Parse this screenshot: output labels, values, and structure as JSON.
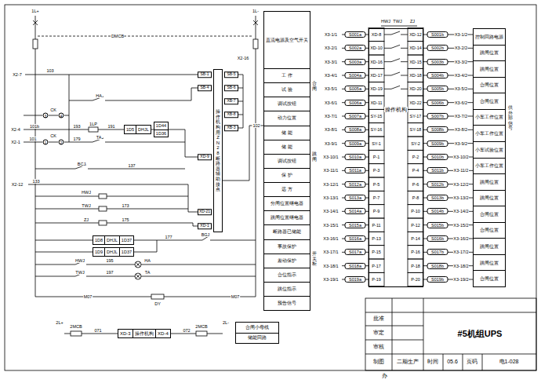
{
  "diagram": {
    "nodes": [
      {
        "text": [
          "操作机构用ZN28断路器辅助接点"
        ]
      },
      {
        "text": [
          "直流电源及空气开关",
          "工 作",
          "试 验",
          "调试按钮",
          "动力位置",
          "储 能",
          "储 能",
          "调试按钮",
          "保 护",
          "远 方",
          "分闸位置继电器",
          "跳闸位置继电器",
          "断路器已储能",
          "事故保护",
          "差动保护",
          "合位指示",
          "跳位指示",
          "预告信号"
        ]
      },
      {
        "text": [
          "操作机构"
        ]
      },
      {
        "text": [
          "控制回路电源",
          "跳闸位置",
          "跳闸位置",
          "合闸位置",
          "合闸位置",
          "小车工作位置",
          "小车工作位置",
          "小车试验位置",
          "小车工作位置",
          "跳闸位置",
          "跳闸位置",
          "合闸位置",
          "合闸位置",
          "跳闸位置",
          "跳闸位置",
          "合闸位置"
        ]
      },
      {
        "text": [
          "XD-3"
        ]
      },
      {
        "text": [
          "操作机构"
        ]
      },
      {
        "text": [
          "XD-4"
        ]
      },
      {
        "text": [
          "合闸小母线",
          "储能回路"
        ]
      },
      {
        "text": [
          "1D5",
          "DHJL"
        ]
      },
      {
        "text": [
          "1D44",
          "1D36"
        ]
      },
      {
        "text": [
          "1D8",
          "DHJL",
          "1D37"
        ]
      },
      {
        "text": [
          "1D9",
          "DHJL",
          "1D37"
        ]
      }
    ],
    "edges": [
      {
        "from": 0,
        "to": 1,
        "label": "102",
        "arrow": "none"
      }
    ],
    "labels": [
      "1L+",
      "1L-",
      "DMCB",
      "X2-16",
      "X2-7",
      "103",
      "HA",
      "CK",
      "3",
      "4",
      "X2-4",
      "101b",
      "193",
      "1LP",
      "191",
      "X2-1",
      "101",
      "CK",
      "1",
      "2",
      "179",
      "TA",
      "BCJ",
      "137",
      "X2-12",
      "133",
      "HWJ",
      "TWJ",
      "173",
      "ZJ",
      "175",
      "177",
      "BGJ",
      "HWJ",
      "195",
      "HA",
      "TWJ",
      "197",
      "TA",
      "M07",
      "DY",
      "M07",
      "2L+",
      "2MCB",
      "071",
      "072",
      "2MCB",
      "2L-",
      "SB-1",
      "SB-4",
      "SB-5",
      "SB-6",
      "XB-7",
      "XB-8",
      "XB-3",
      "XD-9",
      "XD-21",
      "XD-1",
      "合闸",
      "跳闸",
      "开关柜",
      "X3-1/1",
      "X3-2/1",
      "X3-3/1",
      "X3-4/1",
      "X3-5/1",
      "X3-6/1",
      "X3-7/1",
      "X3-8/1",
      "X3-9/1",
      "X3-10/1",
      "X3-11/1",
      "X3-12/1",
      "X3-13/1",
      "X3-14/1",
      "X3-15/1",
      "X3-16/1",
      "X3-17/1",
      "X3-18/1",
      "X3-19/1",
      "S001a",
      "S002a",
      "S003a",
      "S004a",
      "S005a",
      "S006a",
      "S007a",
      "S008a",
      "S009a",
      "S010a",
      "S011a",
      "S012a",
      "S013a",
      "S014a",
      "S015a",
      "S016a",
      "S017a",
      "S018a",
      "S019a",
      "XD-8",
      "XD-10",
      "XD-16",
      "XD-17",
      "XD-19",
      "XD-11",
      "SY-15",
      "SY-16",
      "SY-1",
      "P-1",
      "P-3",
      "P-5",
      "P-7",
      "P-9",
      "P-11",
      "P-13",
      "P-15",
      "P-17",
      "P-19",
      "XD-12",
      "XD-14",
      "XD-15",
      "XD-18",
      "XD-20",
      "XD-22",
      "SY-17",
      "SY-18",
      "SY-2",
      "P-2",
      "P-4",
      "P-6",
      "P-8",
      "P-10",
      "P-12",
      "P-14",
      "P-16",
      "P-18",
      "P-20",
      "HWJ",
      "TWJ",
      "ZJ",
      "S001b",
      "S002b",
      "S003b",
      "S004b",
      "S005b",
      "S006b",
      "S007b",
      "S008b",
      "S009b",
      "S010b",
      "S011b",
      "S012b",
      "S013b",
      "S014b",
      "S015b",
      "S016b",
      "S017b",
      "S018b",
      "S019b",
      "X3-1/2",
      "X3-2/2",
      "X3-3/2",
      "X3-4/2",
      "X3-5/2",
      "X3-6/2",
      "X3-7/2",
      "X3-8/2",
      "X3-9/2",
      "X3-10/2",
      "X3-11/2",
      "X3-12/2",
      "X3-13/2",
      "X3-14/2",
      "X3-15/2",
      "X3-16/2",
      "X3-17/2",
      "X3-18/2",
      "X3-19/2",
      "供外部信号",
      "批准",
      "审定",
      "审核",
      "制图",
      "二期生产",
      "时间",
      "05.6",
      "页码",
      "电1-028",
      "#5机组UPS",
      "办"
    ]
  }
}
